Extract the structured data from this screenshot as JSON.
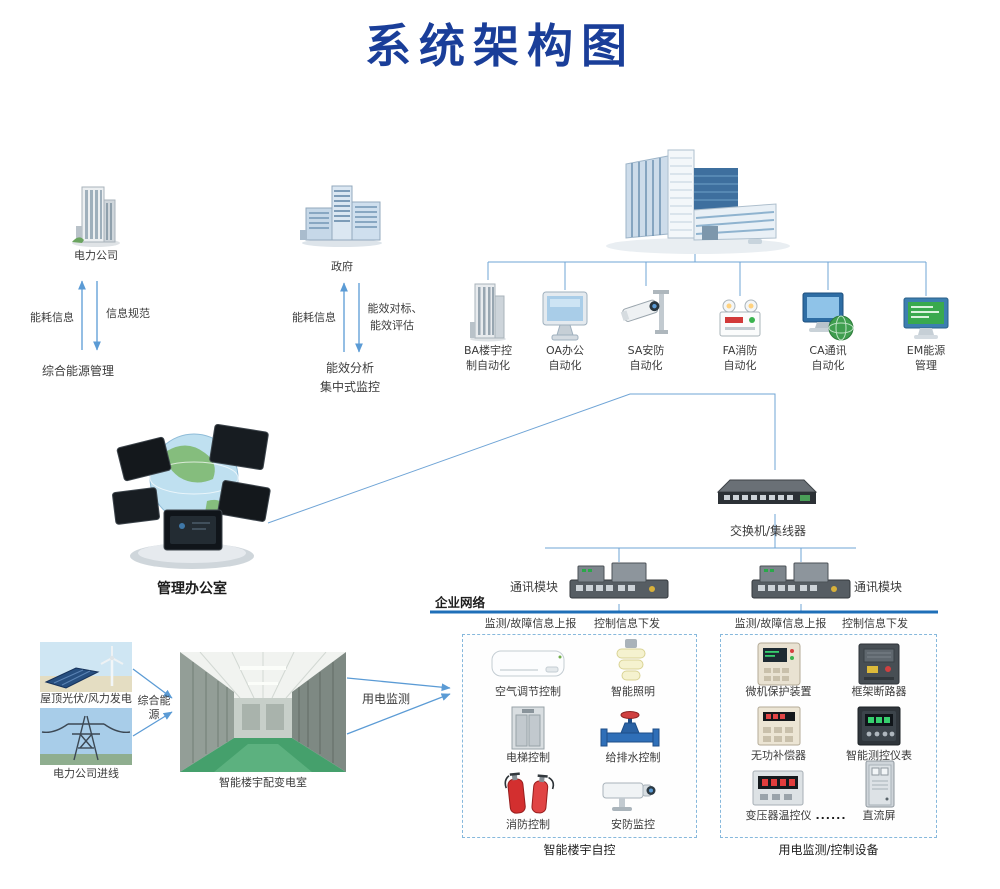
{
  "title": "系统架构图",
  "colors": {
    "title_blue": "#1a3e99",
    "line_blue": "#5b9bd5",
    "network_blue": "#1f6fb8"
  },
  "top_left": {
    "power_company": "电力公司",
    "flow_up": "能耗信息",
    "flow_down": "信息规范",
    "integrated_energy": "综合能源管理"
  },
  "gov": {
    "label": "政府",
    "flow_up": "能耗信息",
    "flow_down_line1": "能效对标、",
    "flow_down_line2": "能效评估",
    "analysis_line1": "能效分析",
    "analysis_line2": "集中式监控"
  },
  "automation_row": [
    {
      "line1": "BA楼宇控",
      "line2": "制自动化"
    },
    {
      "line1": "OA办公",
      "line2": "自动化"
    },
    {
      "line1": "SA安防",
      "line2": "自动化"
    },
    {
      "line1": "FA消防",
      "line2": "自动化"
    },
    {
      "line1": "CA通讯",
      "line2": "自动化"
    },
    {
      "line1": "EM能源",
      "line2": "管理"
    }
  ],
  "middle": {
    "management_office": "管理办公室",
    "switch_label": "交换机/集线器",
    "comm_left": "通讯模块",
    "comm_right": "通讯模块",
    "enterprise_network": "企业网络",
    "report_left": "监测/故障信息上报",
    "control_left": "控制信息下发",
    "report_right": "监测/故障信息上报",
    "control_right": "控制信息下发"
  },
  "building_auto": {
    "items": [
      "空气调节控制",
      "智能照明",
      "电梯控制",
      "给排水控制",
      "消防控制",
      "安防监控"
    ],
    "caption": "智能楼宇自控"
  },
  "power_devices": {
    "items": [
      "微机保护装置",
      "框架断路器",
      "无功补偿器",
      "智能测控仪表",
      "变压器温控仪",
      "直流屏"
    ],
    "ellipsis": "......",
    "caption": "用电监测/控制设备"
  },
  "bottom_left": {
    "solar_label": "屋顶光伏/风力发电",
    "grid_label": "电力公司进线",
    "energy_line1": "综合能",
    "energy_line2": "源",
    "room_label": "智能楼宇配变电室",
    "monitor_label": "用电监测"
  }
}
